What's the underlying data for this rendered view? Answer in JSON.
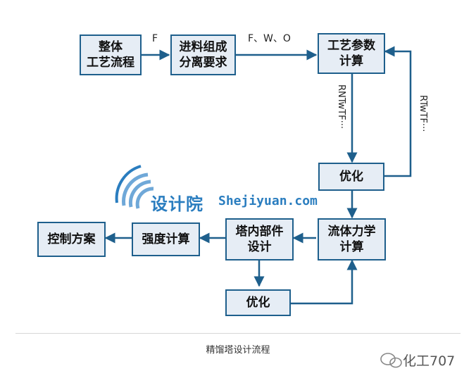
{
  "nodes": {
    "overall": "整体\n工艺流程",
    "feed": "进料组成\n分离要求",
    "process_params": "工艺参数\n计算",
    "optimize_1": "优化",
    "fluid": "流体力学\n计算",
    "internals": "塔内部件\n设计",
    "strength": "强度计算",
    "control": "控制方案",
    "optimize_2": "优化"
  },
  "edge_labels": {
    "overall_to_feed": "F",
    "feed_to_params": "F、W、O",
    "params_to_optimize": "RNTwTF···",
    "optimize_back": "RTwTF···"
  },
  "watermark": {
    "cn": "设计院",
    "en": "Shejiyuan.com"
  },
  "caption": "精馏塔设计流程",
  "brand": "化工707",
  "colors": {
    "box_border": "#1e5f8c",
    "box_fill": "#e6edf5",
    "arrow": "#1e5f8c",
    "watermark": "#2a7dbf"
  }
}
